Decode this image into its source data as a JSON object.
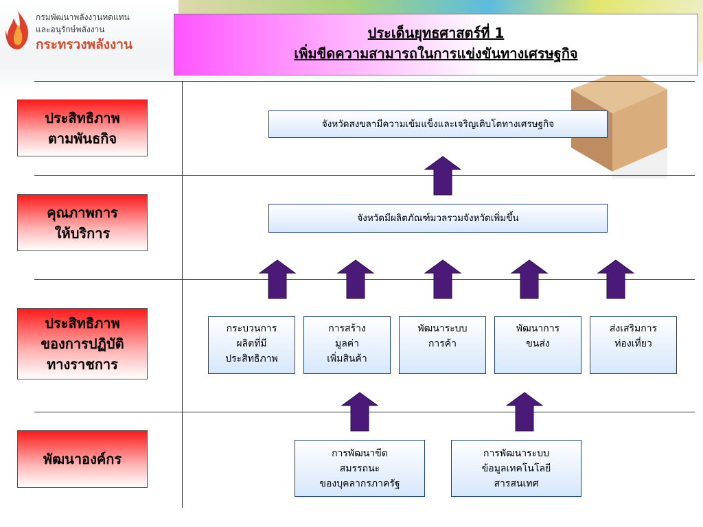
{
  "logo": {
    "line1": "กรมพัฒนาพลังงานทดแทน",
    "line2": "และอนุรักษ์พลังงาน",
    "line3": "กระทรวงพลังงาน"
  },
  "title": {
    "line1": "ประเด็นยุทธศาสตร์ที่ 1",
    "line2": "เพิ่มขีดความสามารถในการแข่งขันทางเศรษฐกิจ"
  },
  "rows": [
    {
      "label": "ประสิทธิภาพ\nตามพันธกิจ"
    },
    {
      "label": "คุณภาพการ\nให้บริการ"
    },
    {
      "label": "ประสิทธิภาพ\nของการปฏิบัติ\nทางราชการ"
    },
    {
      "label": "พัฒนาองค์กร"
    }
  ],
  "boxes": {
    "top": "จังหวัดสงขลามีความเข้มแข็งและเจริญเติบโตทางเศรษฐกิจ",
    "second": "จังหวัดมีผลิตภัณฑ์มวลรวมจังหวัดเพิ่มขึ้น",
    "third": [
      "กระบวนการ\nผลิตที่มี\nประสิทธิภาพ",
      "การสร้าง\nมูลค่า\nเพิ่มสินค้า",
      "พัฒนาระบบ\nการค้า",
      "พัฒนาการ\nขนส่ง",
      "ส่งเสริมการ\nท่องเที่ยว"
    ],
    "bottom": [
      "การพัฒนาขีด\nสมรรถนะ\nของบุคลากรภาครัฐ",
      "การพัฒนาระบบ\nข้อมูลเทคโนโลยี\nสารสนเทศ"
    ]
  },
  "colors": {
    "label_red": "#ff1a1a",
    "box_border": "#1f3f8f",
    "arrow_purple": "#4b1a78",
    "title_magenta": "#ff55ff"
  },
  "icons": {
    "logo": "flame-logo-icon",
    "arrow": "arrow-up-icon"
  }
}
